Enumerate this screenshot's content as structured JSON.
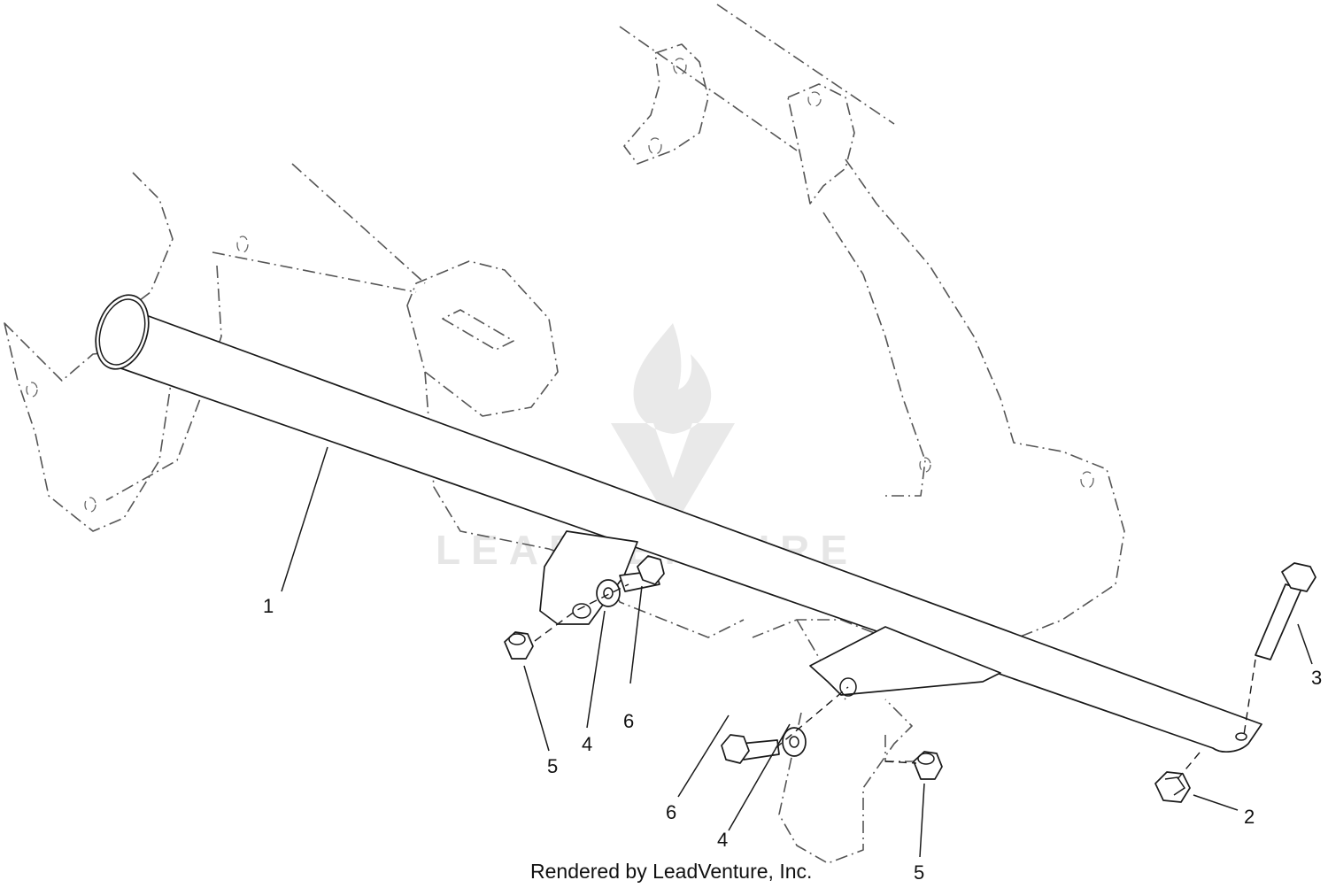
{
  "watermark": {
    "brand": "LEADVENTURE",
    "icon": "flame-v-logo-icon"
  },
  "credit": "Rendered by LeadVenture, Inc.",
  "callouts": [
    {
      "id": "c1",
      "label": "1"
    },
    {
      "id": "c2",
      "label": "2"
    },
    {
      "id": "c3",
      "label": "3"
    },
    {
      "id": "c4a",
      "label": "4"
    },
    {
      "id": "c4b",
      "label": "4"
    },
    {
      "id": "c5a",
      "label": "5"
    },
    {
      "id": "c5b",
      "label": "5"
    },
    {
      "id": "c6a",
      "label": "6"
    },
    {
      "id": "c6b",
      "label": "6"
    }
  ],
  "colors": {
    "line": "#1a1a1a",
    "ghost": "#555555",
    "watermark": "#e6e6e6"
  }
}
